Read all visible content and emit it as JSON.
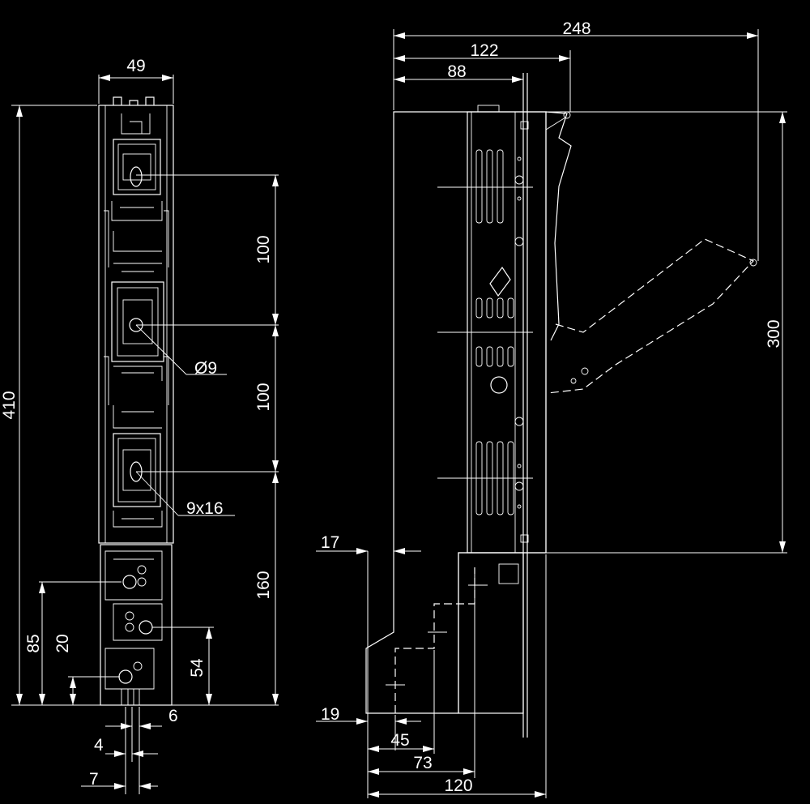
{
  "diagram": {
    "front_view": {
      "width_label": "49",
      "height_label": "410",
      "pitch_1_label": "100",
      "pitch_2_label": "100",
      "lower_height_label": "160",
      "hole_round_label": "Ø9",
      "hole_slot_label": "9x16",
      "bottom_85_label": "85",
      "bottom_20_label": "20",
      "bottom_54_label": "54",
      "bottom_6_label": "6",
      "bottom_4_label": "4",
      "bottom_7_label": "7"
    },
    "side_view": {
      "depth_total_label": "248",
      "depth_122_label": "122",
      "depth_88_label": "88",
      "height_300_label": "300",
      "offset_17_label": "17",
      "offset_19_label": "19",
      "depth_45_label": "45",
      "depth_73_label": "73",
      "depth_120_label": "120"
    }
  }
}
